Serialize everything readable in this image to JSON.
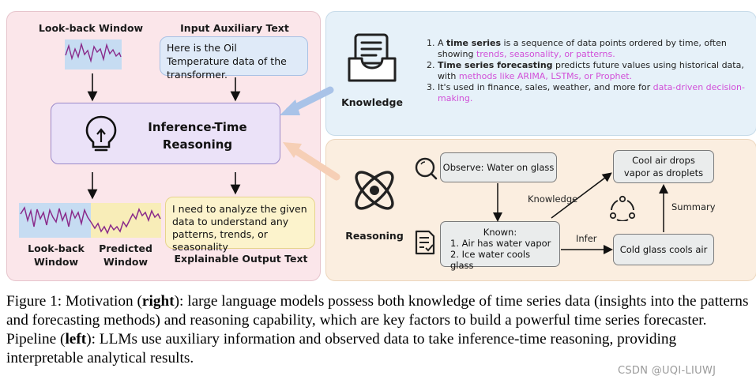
{
  "pipeline": {
    "lookback_label": "Look-back Window",
    "input_aux_label": "Input Auxiliary Text",
    "input_aux_text": "Here is the Oil Temperature data of the transformer.",
    "inference_label_line1": "Inference-Time",
    "inference_label_line2": "Reasoning",
    "output_text": "I need to analyze the given data to understand any patterns, trends, or seasonality",
    "lookback_bottom_line1": "Look-back",
    "lookback_bottom_line2": "Window",
    "predicted_line1": "Predicted",
    "predicted_line2": "Window",
    "explainable_label": "Explainable Output Text"
  },
  "knowledge": {
    "label": "Knowledge",
    "items": [
      {
        "num": "1.",
        "pre": "A ",
        "bold": "time series",
        "mid": " is a sequence of data points ordered by time, often showing ",
        "hl": "trends, seasonality, or patterns."
      },
      {
        "num": "2.",
        "bold": "Time series forecasting",
        "mid": " predicts future values using historical data, with ",
        "hl": "methods like ARIMA, LSTMs, or Prophet."
      },
      {
        "num": "3.",
        "mid": "It's used in finance, sales, weather, and more for ",
        "hl": "data-driven decision-making."
      }
    ]
  },
  "reasoning": {
    "label": "Reasoning",
    "observe": "Observe: Water on glass",
    "known_title": "Known:",
    "known_items": [
      "1.  Air has water vapor",
      "2.  Ice water cools glass"
    ],
    "cold_glass": "Cold glass cools air",
    "cool_air": "Cool air drops vapor as droplets",
    "edge_knowledge": "Knowledge",
    "edge_infer": "Infer",
    "edge_summary": "Summary"
  },
  "caption": {
    "p1": "Figure 1: Motivation (",
    "b1": "right",
    "p2": "): large language models possess both knowledge of time series data (insights into the patterns and forecasting methods) and reasoning capability, which are key factors to build a powerful time series forecaster. Pipeline (",
    "b2": "left",
    "p3": "): LLMs use auxiliary information and observed data to take inference-time reasoning, providing interpretable analytical results."
  },
  "watermark": "CSDN @UQI-LIUWJ",
  "colors": {
    "highlight": "#d14fd8",
    "series": "#8a2a8a",
    "lookback_bg": "#c6dcf2",
    "predicted_bg": "#f8edb8",
    "arrow_blue": "#a9c3e8",
    "arrow_peach": "#f6cfb6"
  },
  "icons": [
    "lightbulb-icon",
    "inbox-tray-icon",
    "atom-icon",
    "magnifier-icon",
    "checklist-document-icon",
    "cycle-icon"
  ]
}
